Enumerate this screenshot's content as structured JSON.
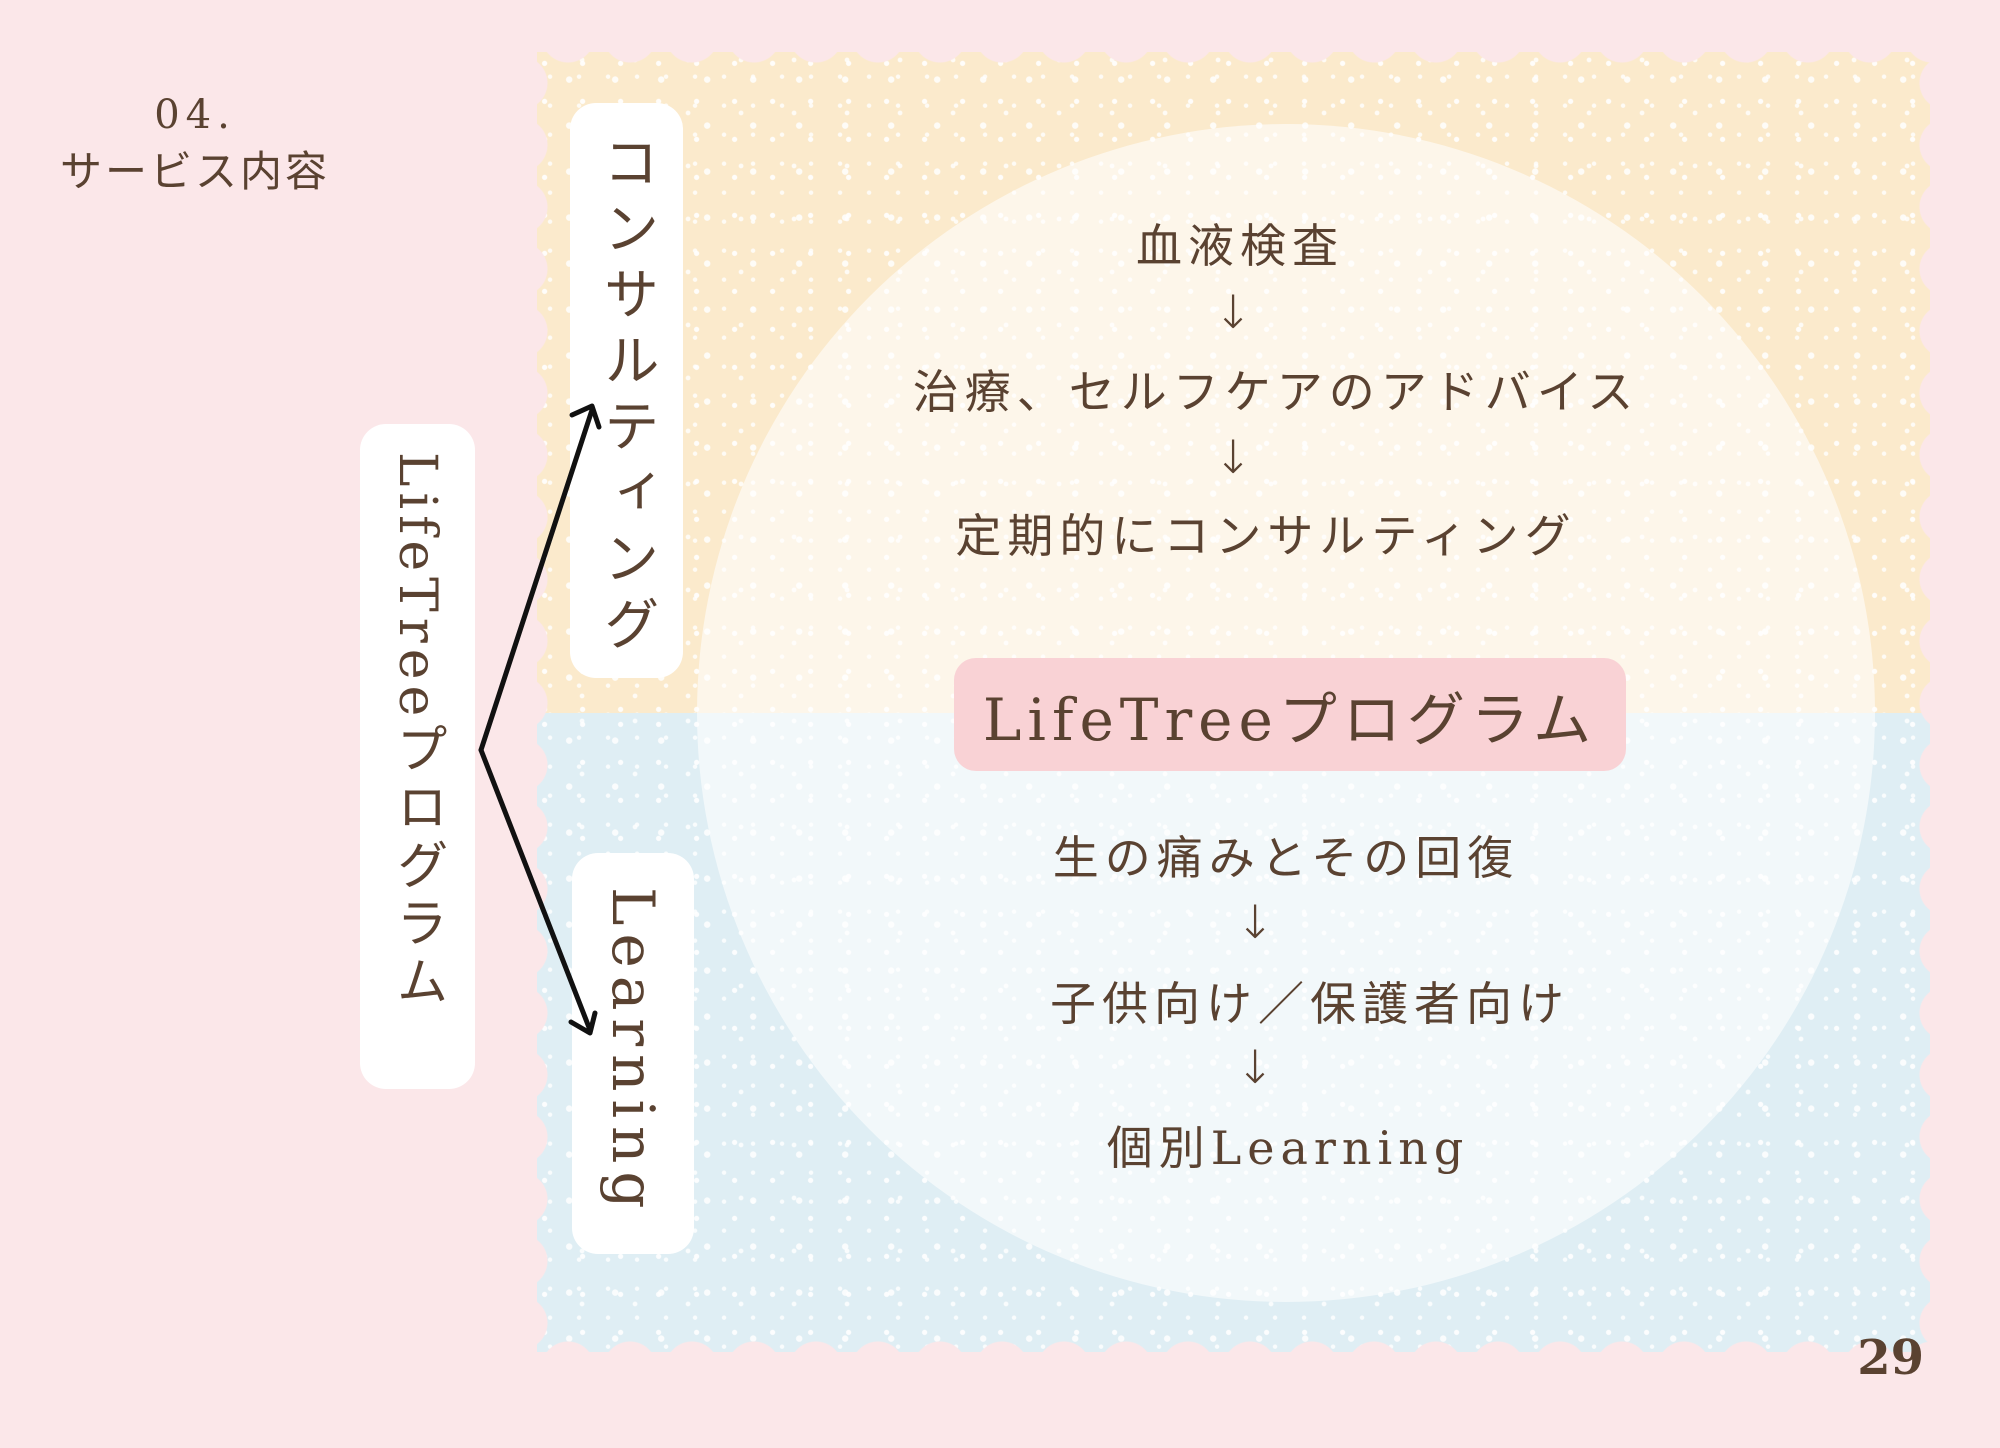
{
  "header": {
    "section_number": "04.",
    "section_title": "サービス内容"
  },
  "diagram": {
    "root_label": "LifeTreeプログラム",
    "branches": [
      {
        "label": "コンサルティング",
        "color": "#fbeacc"
      },
      {
        "label": "Learning",
        "color": "#dfeef4"
      }
    ],
    "center_pill": {
      "label": "LifeTreeプログラム",
      "color": "#f9d2d5"
    },
    "consulting_flow": {
      "steps": [
        "血液検査",
        "治療、セルフケアのアドバイス",
        "定期的にコンサルティング"
      ],
      "arrow": "↓"
    },
    "learning_flow": {
      "steps": [
        "生の痛みとその回復",
        "子供向け／保護者向け",
        "個別Learning"
      ],
      "arrow": "↓"
    }
  },
  "colors": {
    "background": "#fbe7e9",
    "text": "#5a4231",
    "upper_panel": "#fbeacc",
    "lower_panel": "#dfeef4",
    "pill": "#f9d2d5"
  },
  "footer": {
    "page_number": "29"
  }
}
